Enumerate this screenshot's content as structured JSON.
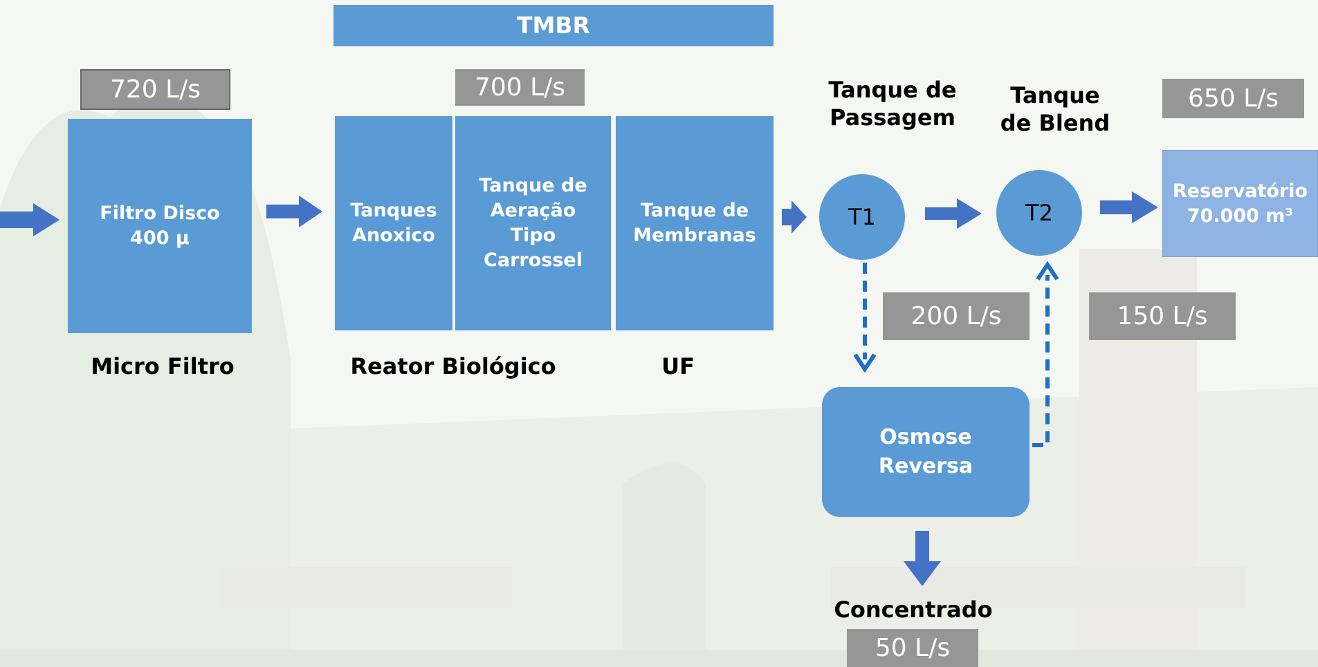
{
  "header": {
    "tmbr_label": "TMBR"
  },
  "flows": {
    "microfiltro": "720 L/s",
    "reator": "700 L/s",
    "reservatorio": "650 L/s",
    "t1_to_osmose": "200 L/s",
    "osmose_to_t2": "150 L/s",
    "concentrado": "50 L/s"
  },
  "boxes": {
    "filtro_disco": "Filtro Disco\n400 µ",
    "tanques_anoxico": "Tanques\nAnoxico",
    "tanque_aeracao": "Tanque de\nAeração\nTipo\nCarrossel",
    "tanque_membranas": "Tanque de\nMembranas",
    "reservatorio": "Reservatório\n70.000 m³",
    "osmose_reversa": "Osmose\nReversa"
  },
  "tanks": {
    "t1": "T1",
    "t2": "T2",
    "t1_title": "Tanque de\nPassagem",
    "t2_title": "Tanque\nde Blend"
  },
  "stage_labels": {
    "micro_filtro": "Micro Filtro",
    "reator_biologico": "Reator Biológico",
    "uf": "UF",
    "concentrado": "Concentrado"
  },
  "colors": {
    "box_blue": "#5b9bd5",
    "reservatorio_blue": "#8fb4e3",
    "arrow_blue": "#4472c4",
    "flow_gray": "#969696"
  }
}
